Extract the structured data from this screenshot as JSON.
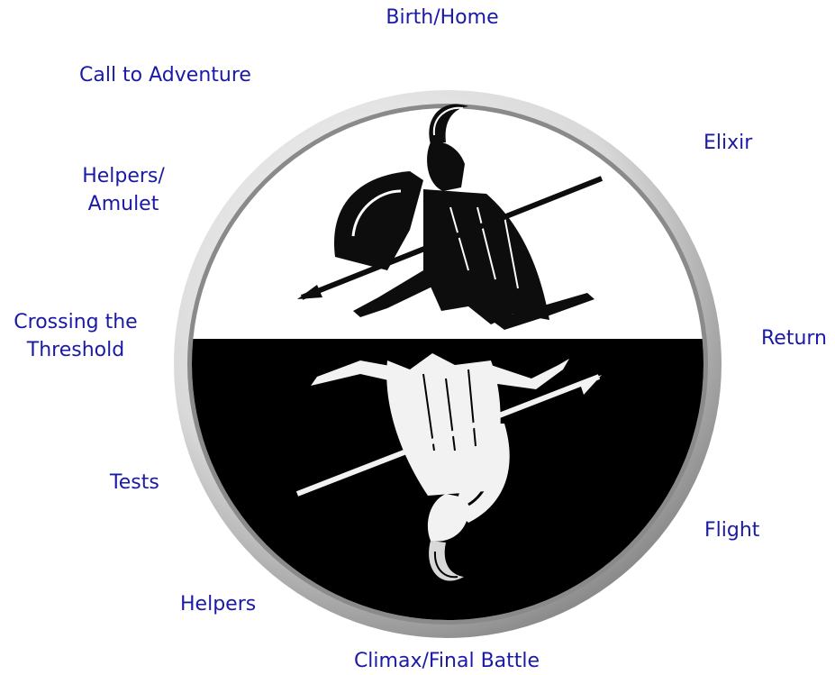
{
  "stages": {
    "birth_home": "Birth/Home",
    "call_to_adventure": "Call to Adventure",
    "helpers_amulet_line1": "Helpers/",
    "helpers_amulet_line2": "Amulet",
    "crossing_line1": "Crossing the",
    "crossing_line2": "Threshold",
    "tests": "Tests",
    "helpers": "Helpers",
    "climax": "Climax/Final Battle",
    "flight": "Flight",
    "return": "Return",
    "elixir": "Elixir"
  },
  "colors": {
    "label_text": "#1a1aa6",
    "ring": "#b8b8b8",
    "upper_world": "#ffffff",
    "lower_world": "#000000",
    "figure_dark": "#0d0d0d",
    "figure_light": "#f2f2f2"
  },
  "icons": {
    "upper_figure": "greek-warrior-icon",
    "lower_figure": "reflected-warrior-icon"
  }
}
